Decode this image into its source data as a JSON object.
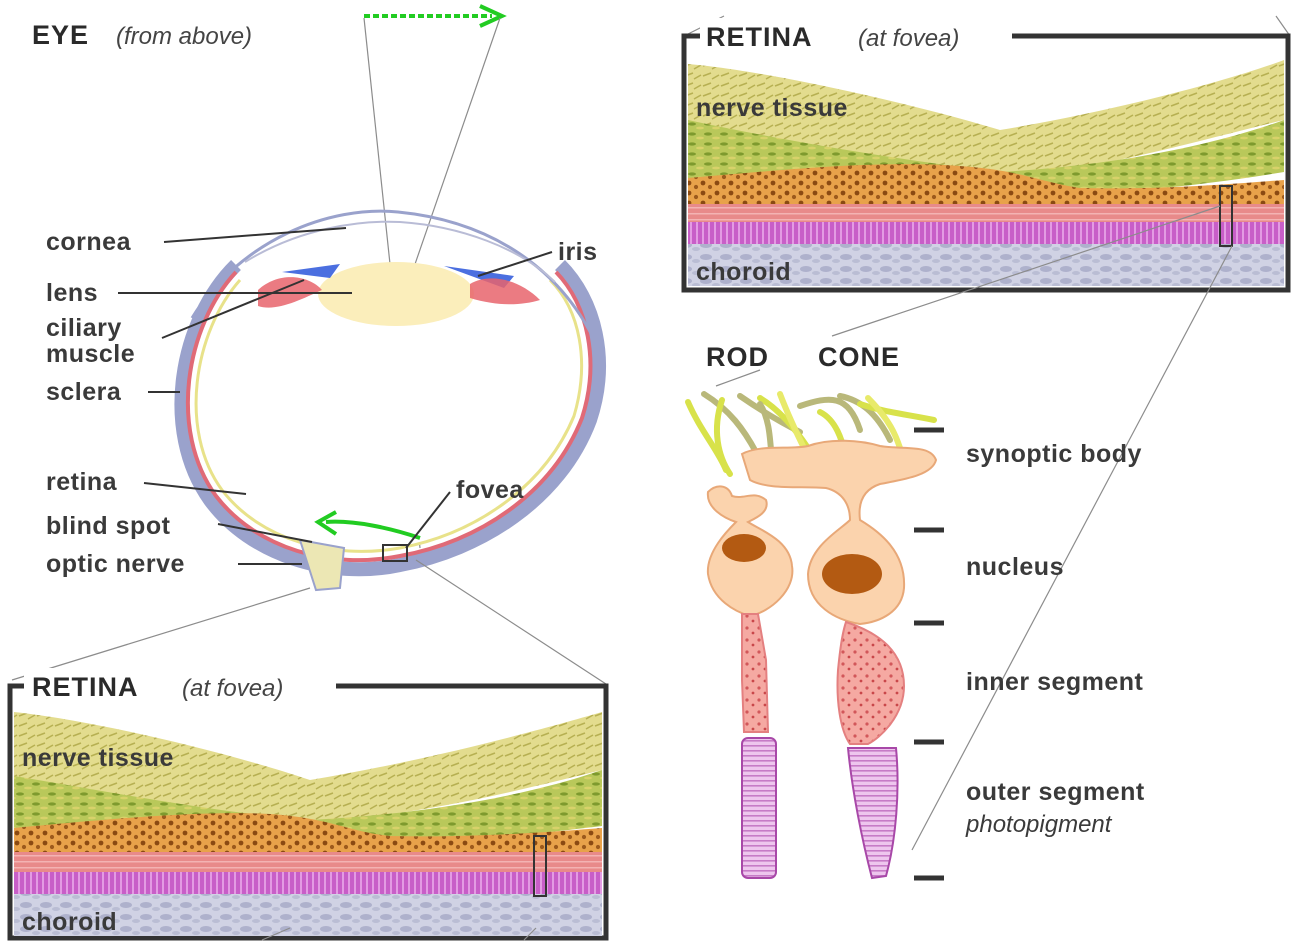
{
  "eye": {
    "title": "EYE",
    "subtitle": "(from above)",
    "labels": {
      "cornea": "cornea",
      "lens": "lens",
      "ciliary_1": "ciliary",
      "ciliary_2": "muscle",
      "sclera": "sclera",
      "retina": "retina",
      "blind_spot": "blind spot",
      "optic_nerve": "optic nerve",
      "iris": "iris",
      "fovea": "fovea"
    }
  },
  "retina_panel_top": {
    "title": "RETINA",
    "subtitle": "(at fovea)",
    "nerve_tissue": "nerve tissue",
    "choroid": "choroid"
  },
  "retina_panel_bottom": {
    "title": "RETINA",
    "subtitle": "(at fovea)",
    "nerve_tissue": "nerve tissue",
    "choroid": "choroid"
  },
  "cells": {
    "rod": "ROD",
    "cone": "CONE",
    "synoptic_body": "synoptic body",
    "nucleus": "nucleus",
    "inner_segment": "inner segment",
    "outer_segment": "outer segment",
    "photopigment": "photopigment"
  },
  "colors": {
    "arrow": "#22cc22",
    "sclera": "#9aa2cc",
    "retina_line": "#dd5566",
    "lens": "#fbeebb",
    "iris": "#4b6fe0",
    "nerve_yellow": "#d9d98a",
    "nerve_green": "#a8c24a",
    "nerve_orange": "#d9922e",
    "red_layer": "#e06a6a",
    "purple_layer": "#c25ec2",
    "choroid": "#c9cbe0",
    "cell_body": "#fbd3ad",
    "nucleus": "#b35a12",
    "outer_segment": "#e8b6e8"
  }
}
